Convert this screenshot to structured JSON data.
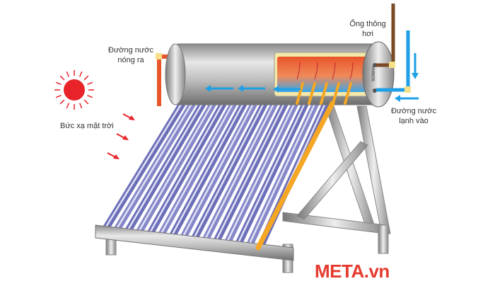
{
  "labels": {
    "vent_pipe": [
      "Ống thông",
      "hơi"
    ],
    "hot_water_out": [
      "Đường nước",
      "nóng ra"
    ],
    "solar_radiation": "Bức xạ mặt trời",
    "cold_water_in": [
      "Đường nước",
      "lạnh vào"
    ]
  },
  "tank_brand": "SONHA",
  "watermark": "META.vn",
  "colors": {
    "hot_pipe": "#e8552a",
    "cold_pipe": "#1ea0e6",
    "vent_pipe": "#7a4a26",
    "sun": "#e8232a",
    "tube": "#6c6fb8",
    "heat_pipe": "#f5a623",
    "logo": "#e63a2e"
  }
}
